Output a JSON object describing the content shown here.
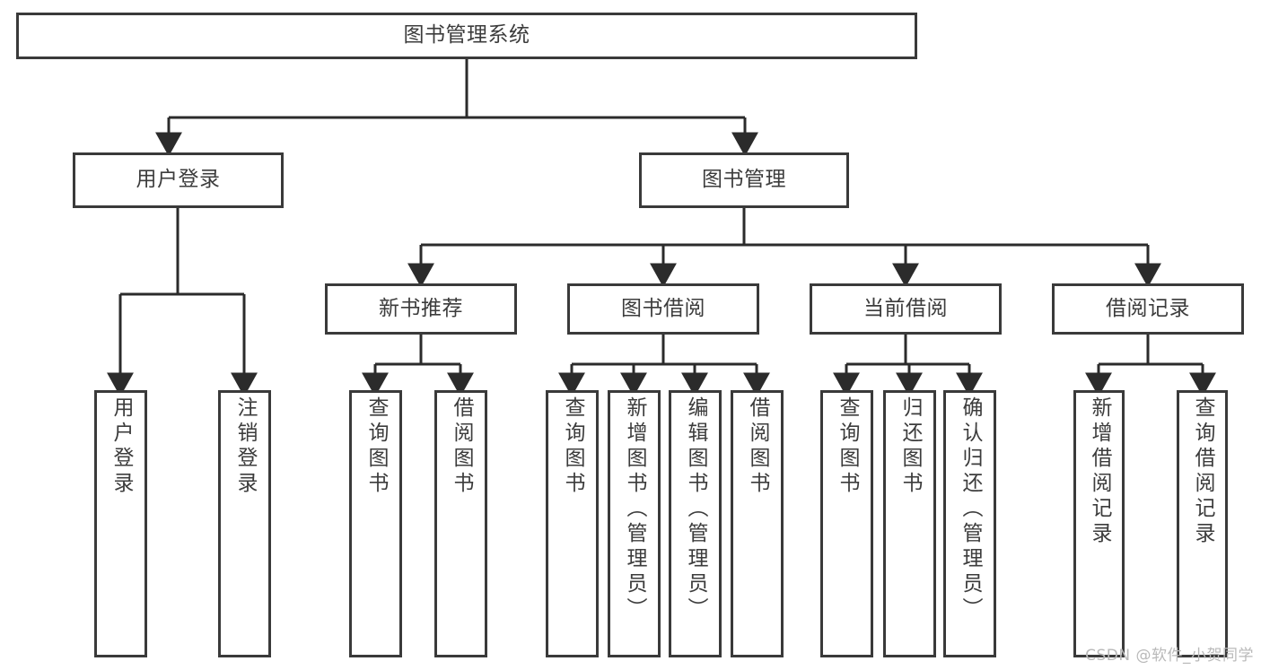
{
  "diagram": {
    "type": "hierarchy-tree",
    "title": "图书管理系统",
    "watermark": "CSDN @软件_小贺同学",
    "colors": {
      "box_border": "#3a3a3a",
      "connector": "#2b2b2b",
      "text": "#3c3c3c",
      "background": "#ffffff",
      "watermark": "#b9b9b9"
    },
    "nodes": {
      "root": {
        "label": "图书管理系统"
      },
      "level2": [
        {
          "id": "user-login",
          "label": "用户登录"
        },
        {
          "id": "book-manage",
          "label": "图书管理"
        }
      ],
      "level3": [
        {
          "id": "new-book-rec",
          "label": "新书推荐"
        },
        {
          "id": "book-borrow",
          "label": "图书借阅"
        },
        {
          "id": "current-borrow",
          "label": "当前借阅"
        },
        {
          "id": "borrow-record",
          "label": "借阅记录"
        }
      ],
      "leaves": {
        "user-login": [
          {
            "id": "leaf-user-login",
            "label": "用户登录"
          },
          {
            "id": "leaf-logout",
            "label": "注销登录"
          }
        ],
        "new-book-rec": [
          {
            "id": "leaf-query-book-1",
            "label": "查询图书"
          },
          {
            "id": "leaf-borrow-book-1",
            "label": "借阅图书"
          }
        ],
        "book-borrow": [
          {
            "id": "leaf-query-book-2",
            "label": "查询图书"
          },
          {
            "id": "leaf-add-book",
            "label": "新增图书（管理员）"
          },
          {
            "id": "leaf-edit-book",
            "label": "编辑图书（管理员）"
          },
          {
            "id": "leaf-borrow-book-2",
            "label": "借阅图书"
          }
        ],
        "current-borrow": [
          {
            "id": "leaf-query-book-3",
            "label": "查询图书"
          },
          {
            "id": "leaf-return-book",
            "label": "归还图书"
          },
          {
            "id": "leaf-confirm-return",
            "label": "确认归还（管理员）"
          }
        ],
        "borrow-record": [
          {
            "id": "leaf-add-record",
            "label": "新增借阅记录"
          },
          {
            "id": "leaf-query-record",
            "label": "查询借阅记录"
          }
        ]
      }
    }
  }
}
